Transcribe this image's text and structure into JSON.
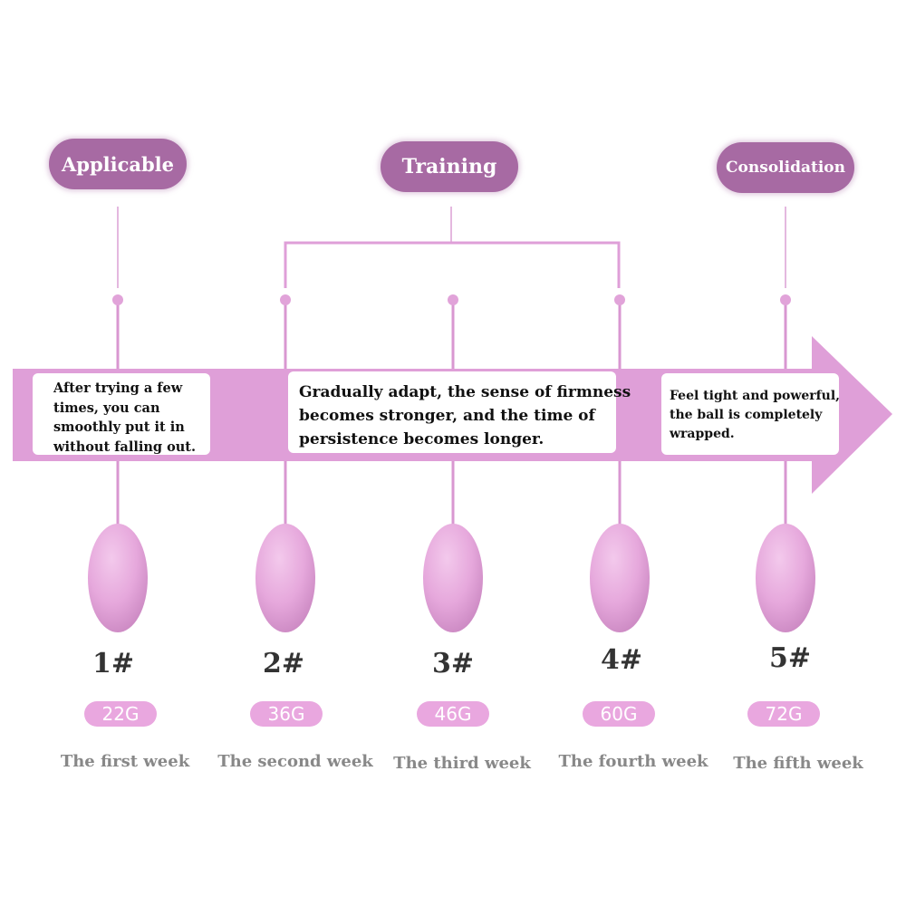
{
  "phases": {
    "applicable": "Applicable",
    "training": "Training",
    "consolidation": "Consolidation"
  },
  "notes": {
    "applicable": [
      "After trying a few",
      "times, you can",
      "smoothly put it in",
      "without falling out."
    ],
    "training": [
      "Gradually adapt, the sense of firmness",
      "becomes stronger, and the time of",
      "persistence becomes longer."
    ],
    "consolidation": [
      "Feel tight and powerful,",
      "the ball is completely",
      "wrapped."
    ]
  },
  "balls": [
    {
      "number": "1#",
      "weight": "22G",
      "week": "The first week"
    },
    {
      "number": "2#",
      "weight": "36G",
      "week": "The second week"
    },
    {
      "number": "3#",
      "weight": "46G",
      "week": "The third week"
    },
    {
      "number": "4#",
      "weight": "60G",
      "week": "The fourth week"
    },
    {
      "number": "5#",
      "weight": "72G",
      "week": "The fifth week"
    }
  ],
  "colors": {
    "arrow": "#df9fd8",
    "pill": "#a76aa3",
    "ball": "#e6a8dc",
    "weight_badge": "#e9a7df",
    "week_text": "#888888"
  }
}
